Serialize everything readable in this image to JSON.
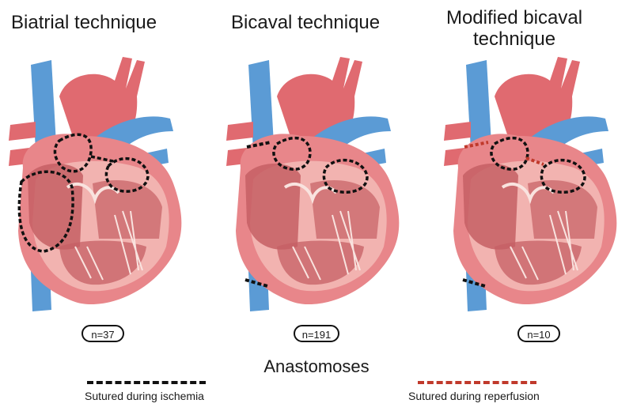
{
  "panels": [
    {
      "title": "Biatrial technique",
      "count": "n=37"
    },
    {
      "title": "Bicaval technique",
      "count": "n=191"
    },
    {
      "title": "Modified bicaval technique",
      "count": "n=10"
    }
  ],
  "legend": {
    "title": "Anastomoses",
    "items": [
      {
        "label": "Sutured during ischemia",
        "color": "#111111"
      },
      {
        "label": "Sutured during reperfusion",
        "color": "#c0392b"
      }
    ]
  },
  "colors": {
    "heart_wall": "#e8868a",
    "heart_inner": "#f2b3b0",
    "chamber": "#c65f64",
    "vessel_red": "#e06a70",
    "vessel_blue": "#5b9bd5",
    "valve": "#f9e3df"
  }
}
